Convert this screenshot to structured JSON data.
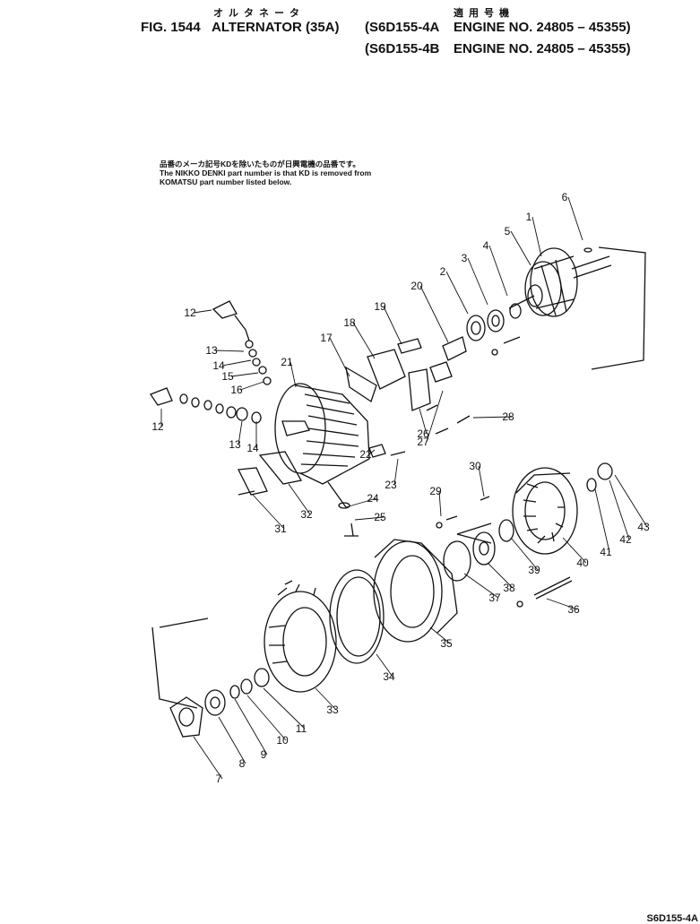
{
  "header": {
    "jp_title": "オルタネータ",
    "jp_applicable": "適用号機",
    "line1": {
      "fig": "FIG. 1544",
      "title": "ALTERNATOR (35A)",
      "model": "(S6D155-4A",
      "engine": "ENGINE NO. 24805 – 45355)"
    },
    "line2": {
      "model": "(S6D155-4B",
      "engine": "ENGINE NO. 24805 – 45355)"
    }
  },
  "note": {
    "jp": "品番のメーカ記号KDを除いたものが日興電機の品番です。",
    "en1": "The NIKKO DENKI part number is that KD is removed from",
    "en2": "KOMATSU part number listed below."
  },
  "callouts": [
    "1",
    "2",
    "3",
    "4",
    "5",
    "6",
    "7",
    "8",
    "9",
    "10",
    "11",
    "12",
    "12",
    "13",
    "13",
    "14",
    "14",
    "15",
    "16",
    "17",
    "18",
    "19",
    "20",
    "21",
    "22",
    "23",
    "24",
    "25",
    "26",
    "27",
    "28",
    "29",
    "30",
    "31",
    "32",
    "33",
    "34",
    "35",
    "36",
    "37",
    "38",
    "39",
    "40",
    "41",
    "42",
    "43"
  ],
  "footer": "S6D155-4A"
}
